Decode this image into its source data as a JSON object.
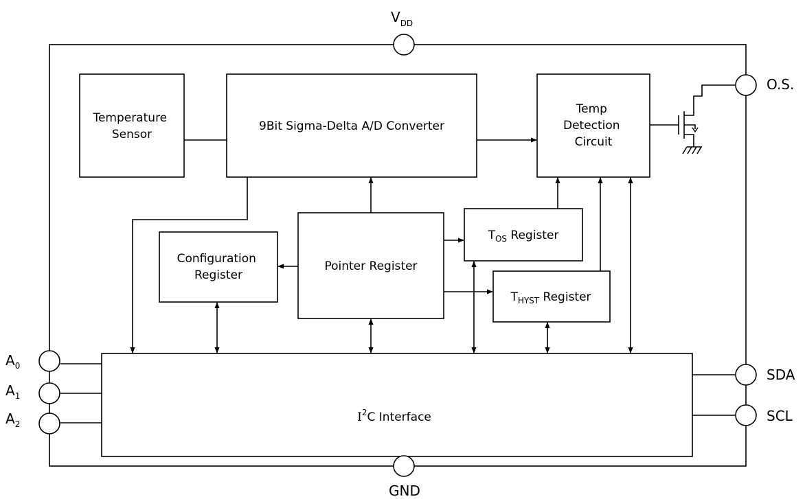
{
  "pins": {
    "vdd": {
      "main": "V",
      "sub": "DD"
    },
    "gnd": "GND",
    "os": "O.S.",
    "sda": "SDA",
    "scl": "SCL",
    "a0": {
      "main": "A",
      "sub": "0"
    },
    "a1": {
      "main": "A",
      "sub": "1"
    },
    "a2": {
      "main": "A",
      "sub": "2"
    }
  },
  "blocks": {
    "temp_sensor": [
      "Temperature",
      "Sensor"
    ],
    "adc": "9Bit Sigma-Delta A/D Converter",
    "temp_detect": [
      "Temp",
      "Detection",
      "Circuit"
    ],
    "config_reg": [
      "Configuration",
      "Register"
    ],
    "pointer_reg": "Pointer Register",
    "tos_reg": {
      "main": "T",
      "sub": "OS",
      "suffix": " Register"
    },
    "thyst_reg": {
      "main": "T",
      "sub": "HYST",
      "suffix": " Register"
    },
    "i2c": {
      "main": "I",
      "sup": "2",
      "suffix": "C Interface"
    }
  }
}
